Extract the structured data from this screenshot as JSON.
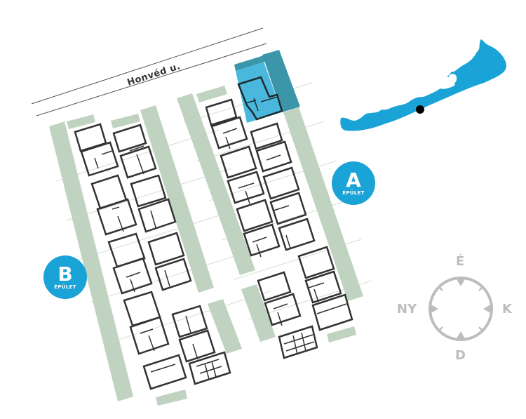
{
  "street": {
    "name": "Honvéd u."
  },
  "buildings": [
    {
      "id": "A",
      "letter": "A",
      "label": "ÉPÜLET",
      "highlighted_unit": true
    },
    {
      "id": "B",
      "letter": "B",
      "label": "ÉPÜLET",
      "highlighted_unit": false
    }
  ],
  "compass": {
    "north": "É",
    "south": "D",
    "east": "K",
    "west": "NY"
  },
  "locator_map": {
    "feature": "lake",
    "marker": "location-dot"
  },
  "colors": {
    "lake": "#1aa3d6",
    "badge": "#1aa3d6",
    "highlight_unit": "#4ab8dc",
    "highlight_terrace": "#3a96a8",
    "green_area": "#bfd3c0",
    "walls": "#333333",
    "compass": "#bdbdbd",
    "street_lines": "#555555"
  }
}
